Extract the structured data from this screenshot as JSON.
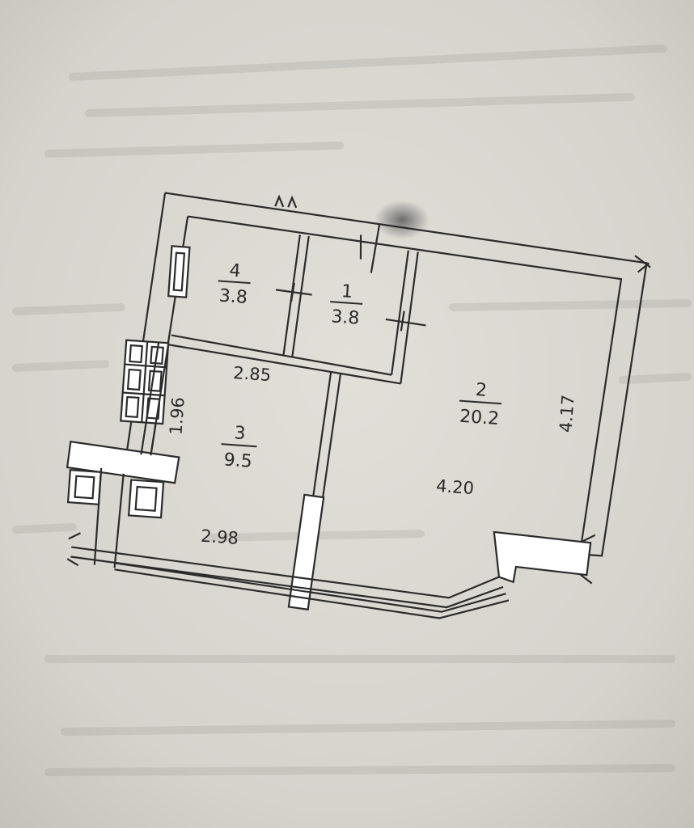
{
  "colors": {
    "paper": "#d8d5cf",
    "ink": "#2b2b2b",
    "wall_fill": "#ffffff"
  },
  "rooms": [
    {
      "number": "4",
      "area": "3.8"
    },
    {
      "number": "1",
      "area": "3.8"
    },
    {
      "number": "2",
      "area": "20.2"
    },
    {
      "number": "3",
      "area": "9.5"
    }
  ],
  "dimensions": {
    "d_2_85": "2.85",
    "d_1_96": "1.96",
    "d_4_17": "4.17",
    "d_4_20": "4.20",
    "d_2_98": "2.98"
  }
}
